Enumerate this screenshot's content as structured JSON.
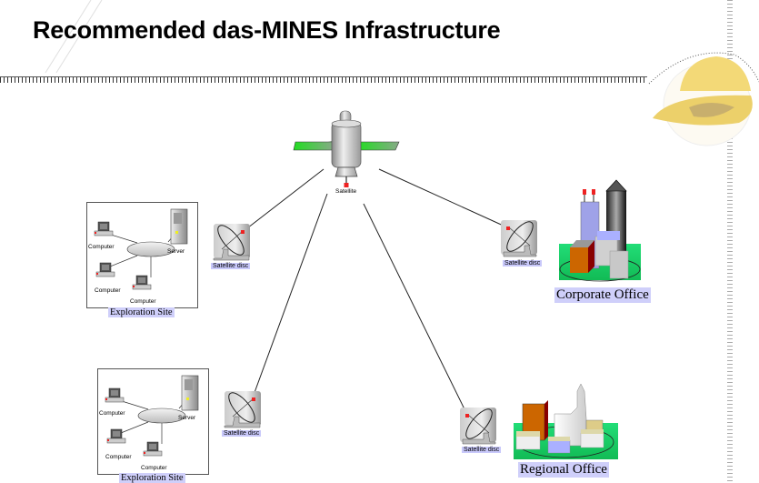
{
  "slide": {
    "title": "Recommended das-MINES Infrastructure"
  },
  "diagram": {
    "satellite": {
      "label": "Satellite",
      "icon": "satellite-icon"
    },
    "dishes": [
      {
        "label": "Satellite disc",
        "icon": "satellite-dish-icon",
        "serves": "Exploration Site (upper)"
      },
      {
        "label": "Satellite disc",
        "icon": "satellite-dish-icon",
        "serves": "Corporate Office"
      },
      {
        "label": "Satellite disc",
        "icon": "satellite-dish-icon",
        "serves": "Exploration Site (lower)"
      },
      {
        "label": "Satellite disc",
        "icon": "satellite-dish-icon",
        "serves": "Regional Office"
      }
    ],
    "sites": [
      {
        "label": "Exploration Site",
        "nodes": [
          {
            "label": "Computer",
            "icon": "computer-icon"
          },
          {
            "label": "Server",
            "icon": "server-icon"
          },
          {
            "label": "Computer",
            "icon": "computer-icon"
          },
          {
            "label": "Computer",
            "icon": "computer-icon"
          }
        ]
      },
      {
        "label": "Exploration Site",
        "nodes": [
          {
            "label": "Computer",
            "icon": "computer-icon"
          },
          {
            "label": "Server",
            "icon": "server-icon"
          },
          {
            "label": "Computer",
            "icon": "computer-icon"
          },
          {
            "label": "Computer",
            "icon": "computer-icon"
          }
        ]
      }
    ],
    "offices": [
      {
        "label": "Corporate Office",
        "icon": "city-buildings-icon"
      },
      {
        "label": "Regional Office",
        "icon": "town-buildings-icon"
      }
    ],
    "colors": {
      "label_highlight": "#cfcffa",
      "solar_panel": "#33cc33",
      "ground": "#11cc66",
      "accent_red": "#ee2222"
    }
  }
}
